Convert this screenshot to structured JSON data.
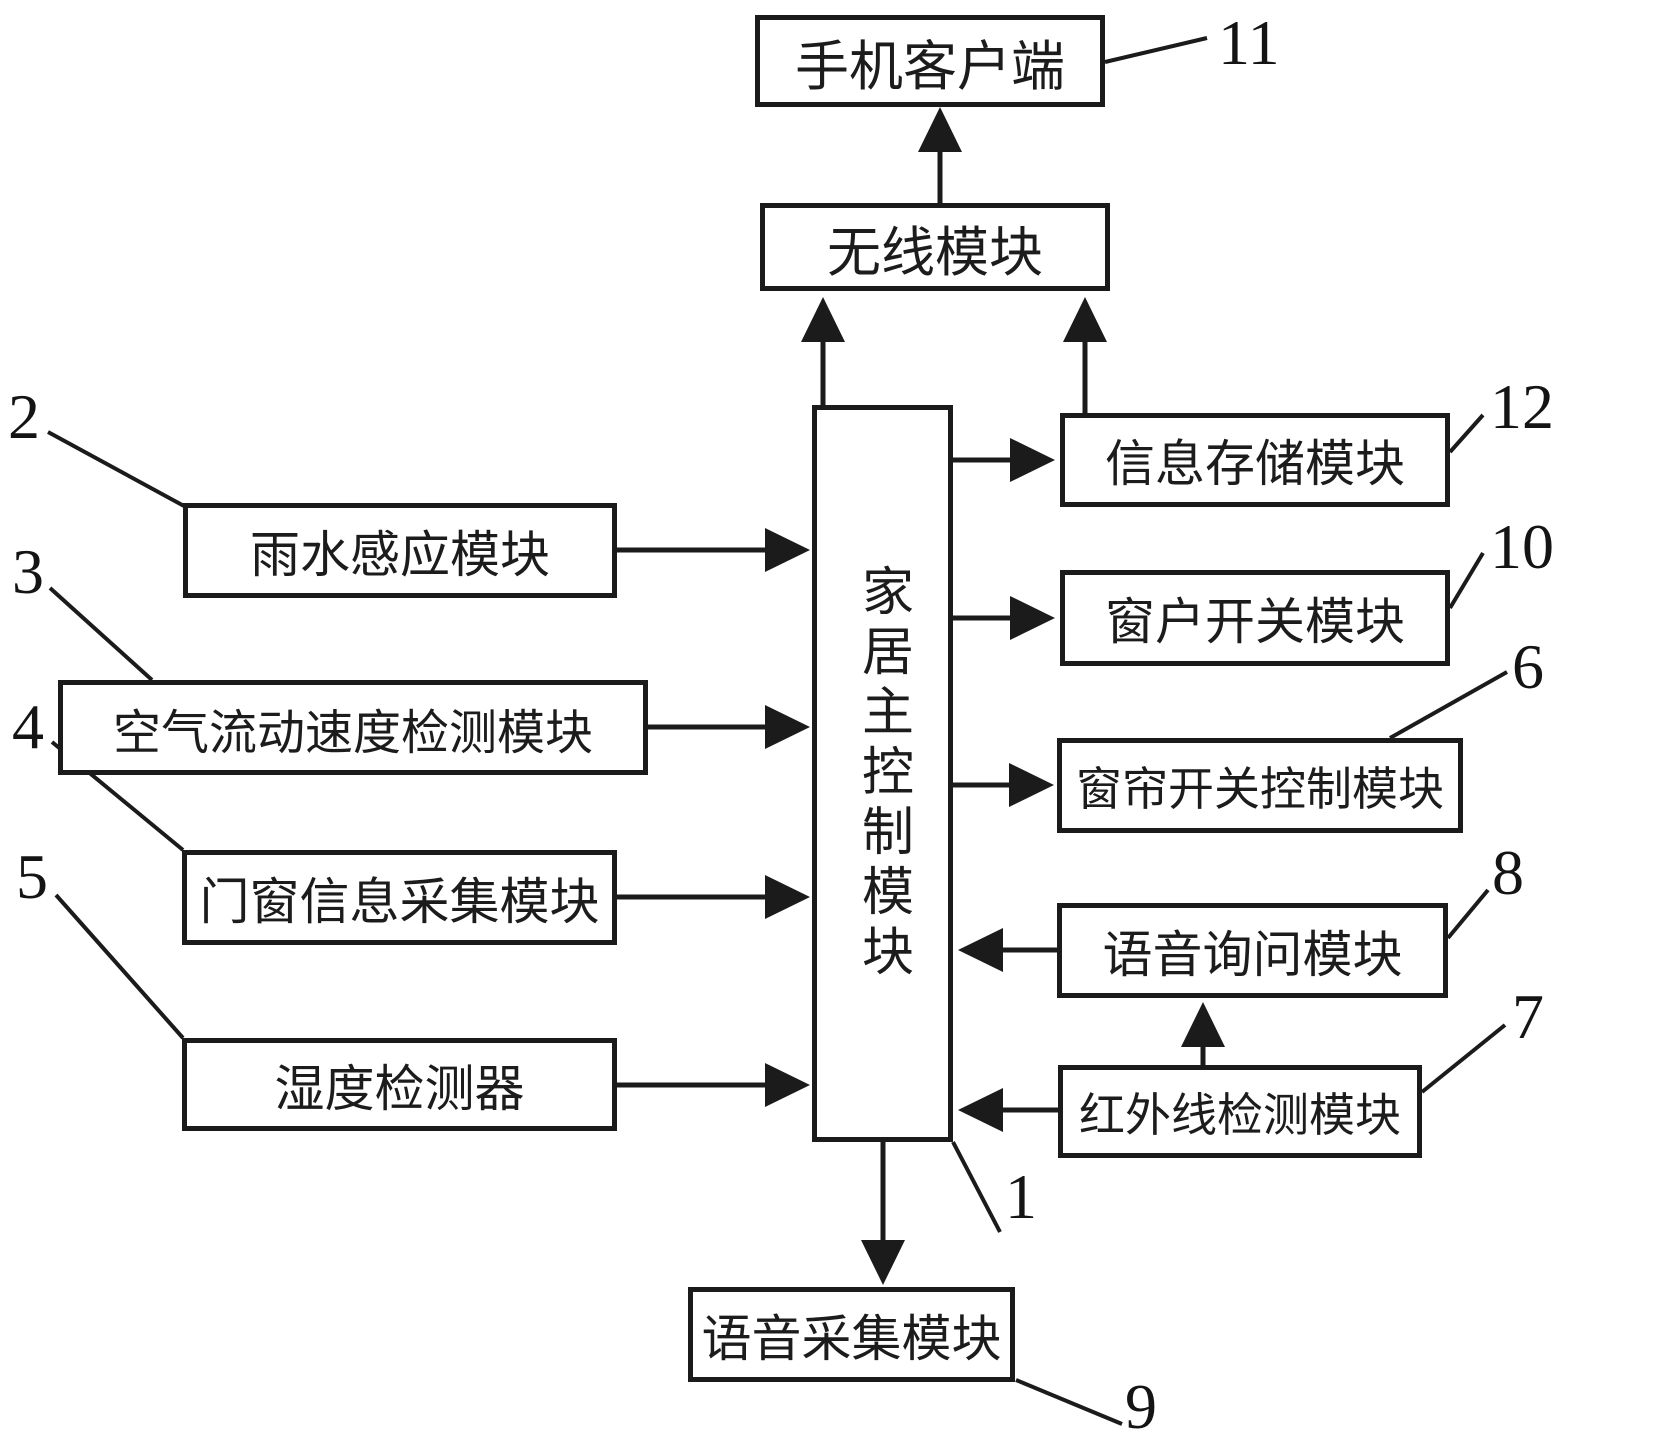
{
  "figure": {
    "type": "block-diagram",
    "background": "#ffffff",
    "line_color": "#1b1b1b",
    "text_color": "#1c1c1c"
  },
  "nodes": {
    "phone": {
      "label": "手机客户端",
      "ref": "11"
    },
    "wireless": {
      "label": "无线模块"
    },
    "main": {
      "label": "家居主控制模块",
      "ref": "1"
    },
    "rain": {
      "label": "雨水感应模块",
      "ref": "2"
    },
    "air": {
      "label": "空气流动速度检测模块",
      "ref": "3"
    },
    "door": {
      "label": "门窗信息采集模块",
      "ref": "4"
    },
    "humidity": {
      "label": "湿度检测器",
      "ref": "5"
    },
    "storage": {
      "label": "信息存储模块",
      "ref": "12"
    },
    "window": {
      "label": "窗户开关模块",
      "ref": "10"
    },
    "curtain": {
      "label": "窗帘开关控制模块",
      "ref": "6"
    },
    "inquiry": {
      "label": "语音询问模块",
      "ref": "8"
    },
    "infrared": {
      "label": "红外线检测模块",
      "ref": "7"
    },
    "collect": {
      "label": "语音采集模块",
      "ref": "9"
    }
  },
  "refs": {
    "r1": "1",
    "r2": "2",
    "r3": "3",
    "r4": "4",
    "r5": "5",
    "r6": "6",
    "r7": "7",
    "r8": "8",
    "r9": "9",
    "r10": "10",
    "r11": "11",
    "r12": "12"
  },
  "edges": [
    {
      "from": "无线模块",
      "to": "手机客户端"
    },
    {
      "from": "家居主控制模块",
      "to": "无线模块"
    },
    {
      "from": "信息存储模块",
      "to": "无线模块"
    },
    {
      "from": "家居主控制模块",
      "to": "信息存储模块"
    },
    {
      "from": "家居主控制模块",
      "to": "窗户开关模块"
    },
    {
      "from": "家居主控制模块",
      "to": "窗帘开关控制模块"
    },
    {
      "from": "语音询问模块",
      "to": "家居主控制模块"
    },
    {
      "from": "红外线检测模块",
      "to": "家居主控制模块"
    },
    {
      "from": "红外线检测模块",
      "to": "语音询问模块"
    },
    {
      "from": "雨水感应模块",
      "to": "家居主控制模块"
    },
    {
      "from": "空气流动速度检测模块",
      "to": "家居主控制模块"
    },
    {
      "from": "门窗信息采集模块",
      "to": "家居主控制模块"
    },
    {
      "from": "湿度检测器",
      "to": "家居主控制模块"
    },
    {
      "from": "家居主控制模块",
      "to": "语音采集模块"
    }
  ]
}
